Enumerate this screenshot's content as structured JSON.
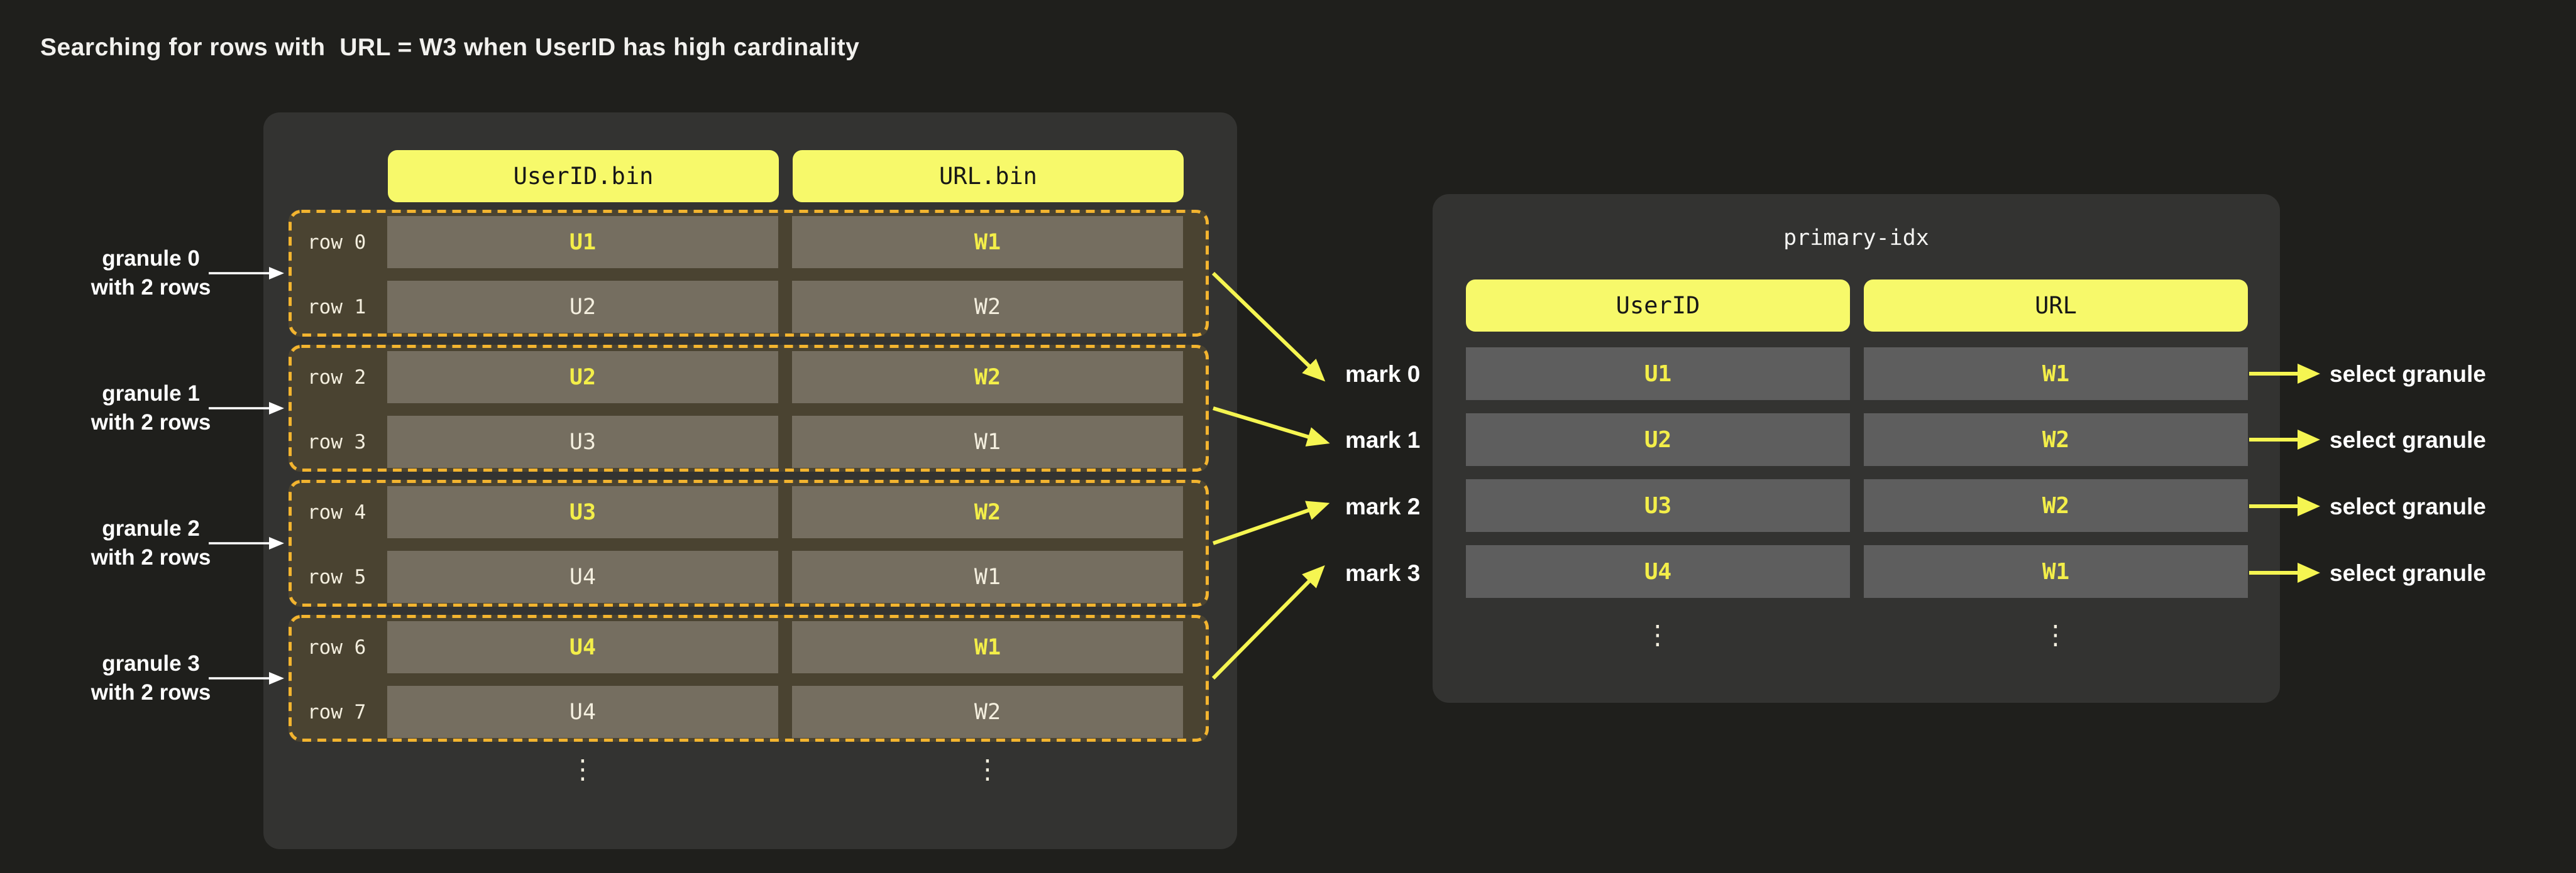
{
  "title": "Searching for rows with  URL = W3 when UserID has high cardinality",
  "left_panel": {
    "columns": [
      "UserID.bin",
      "URL.bin"
    ],
    "granules": [
      {
        "label_line1": "granule 0",
        "label_line2": "with 2 rows",
        "rows": [
          {
            "name": "row 0",
            "userid": "U1",
            "url": "W1"
          },
          {
            "name": "row 1",
            "userid": "U2",
            "url": "W2"
          }
        ]
      },
      {
        "label_line1": "granule 1",
        "label_line2": "with 2 rows",
        "rows": [
          {
            "name": "row 2",
            "userid": "U2",
            "url": "W2"
          },
          {
            "name": "row 3",
            "userid": "U3",
            "url": "W1"
          }
        ]
      },
      {
        "label_line1": "granule 2",
        "label_line2": "with 2 rows",
        "rows": [
          {
            "name": "row 4",
            "userid": "U3",
            "url": "W2"
          },
          {
            "name": "row 5",
            "userid": "U4",
            "url": "W1"
          }
        ]
      },
      {
        "label_line1": "granule 3",
        "label_line2": "with 2 rows",
        "rows": [
          {
            "name": "row 6",
            "userid": "U4",
            "url": "W1"
          },
          {
            "name": "row 7",
            "userid": "U4",
            "url": "W2"
          }
        ]
      }
    ],
    "ellipsis": "⋮"
  },
  "marks": [
    "mark 0",
    "mark 1",
    "mark 2",
    "mark 3"
  ],
  "right_panel": {
    "title": "primary-idx",
    "columns": [
      "UserID",
      "URL"
    ],
    "rows": [
      {
        "userid": "U1",
        "url": "W1"
      },
      {
        "userid": "U2",
        "url": "W2"
      },
      {
        "userid": "U3",
        "url": "W2"
      },
      {
        "userid": "U4",
        "url": "W1"
      }
    ],
    "ellipsis": "⋮",
    "select_label": "select granule"
  },
  "colors": {
    "background": "#1f1f1c",
    "panel": "#333331",
    "header_yellow": "#f7f96a",
    "header_text": "#171717",
    "granule_fill": "#4a4331",
    "granule_border": "#f3b42f",
    "cell_left": "#756e60",
    "cell_right": "#5e5e5e",
    "value_yellow": "#f3ee49",
    "value_cream": "#f4efdf",
    "arrow_yellow": "#f5f551",
    "text_white": "#ffffff"
  }
}
